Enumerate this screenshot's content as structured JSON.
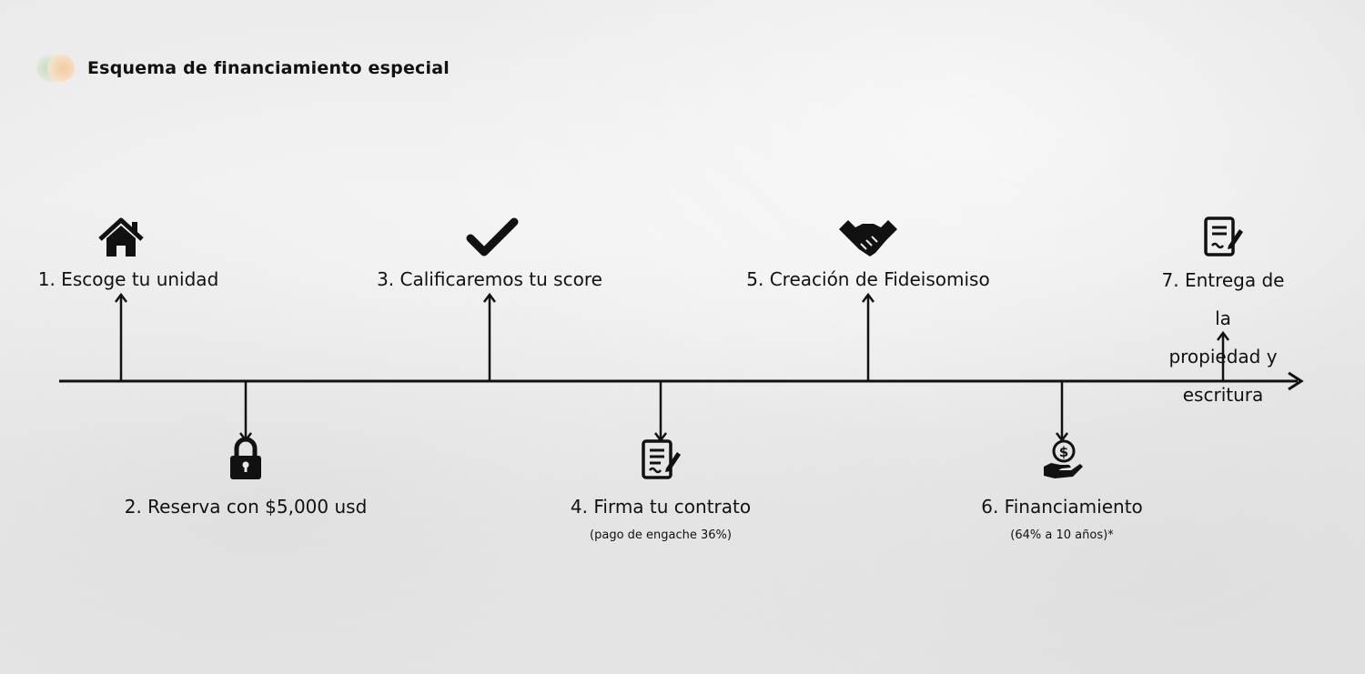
{
  "header": {
    "title": "Esquema de financiamiento especial"
  },
  "steps": [
    {
      "label": "1. Escoge tu unidad",
      "icon": "house-icon"
    },
    {
      "label": "2. Reserva con $5,000 usd",
      "icon": "lock-icon"
    },
    {
      "label": "3. Calificaremos tu score",
      "icon": "checkmark-icon"
    },
    {
      "label": "4. Firma tu contrato",
      "sub": "(pago de engache 36%)",
      "icon": "contract-icon"
    },
    {
      "label": "5. Creación de Fideisomiso",
      "icon": "handshake-icon"
    },
    {
      "label": "6. Financiamiento",
      "sub": "(64% a 10 años)*",
      "icon": "money-hand-icon"
    },
    {
      "label_line1": "7. Entrega de la",
      "label_line2": "propiedad y escritura",
      "icon": "document-icon"
    }
  ]
}
